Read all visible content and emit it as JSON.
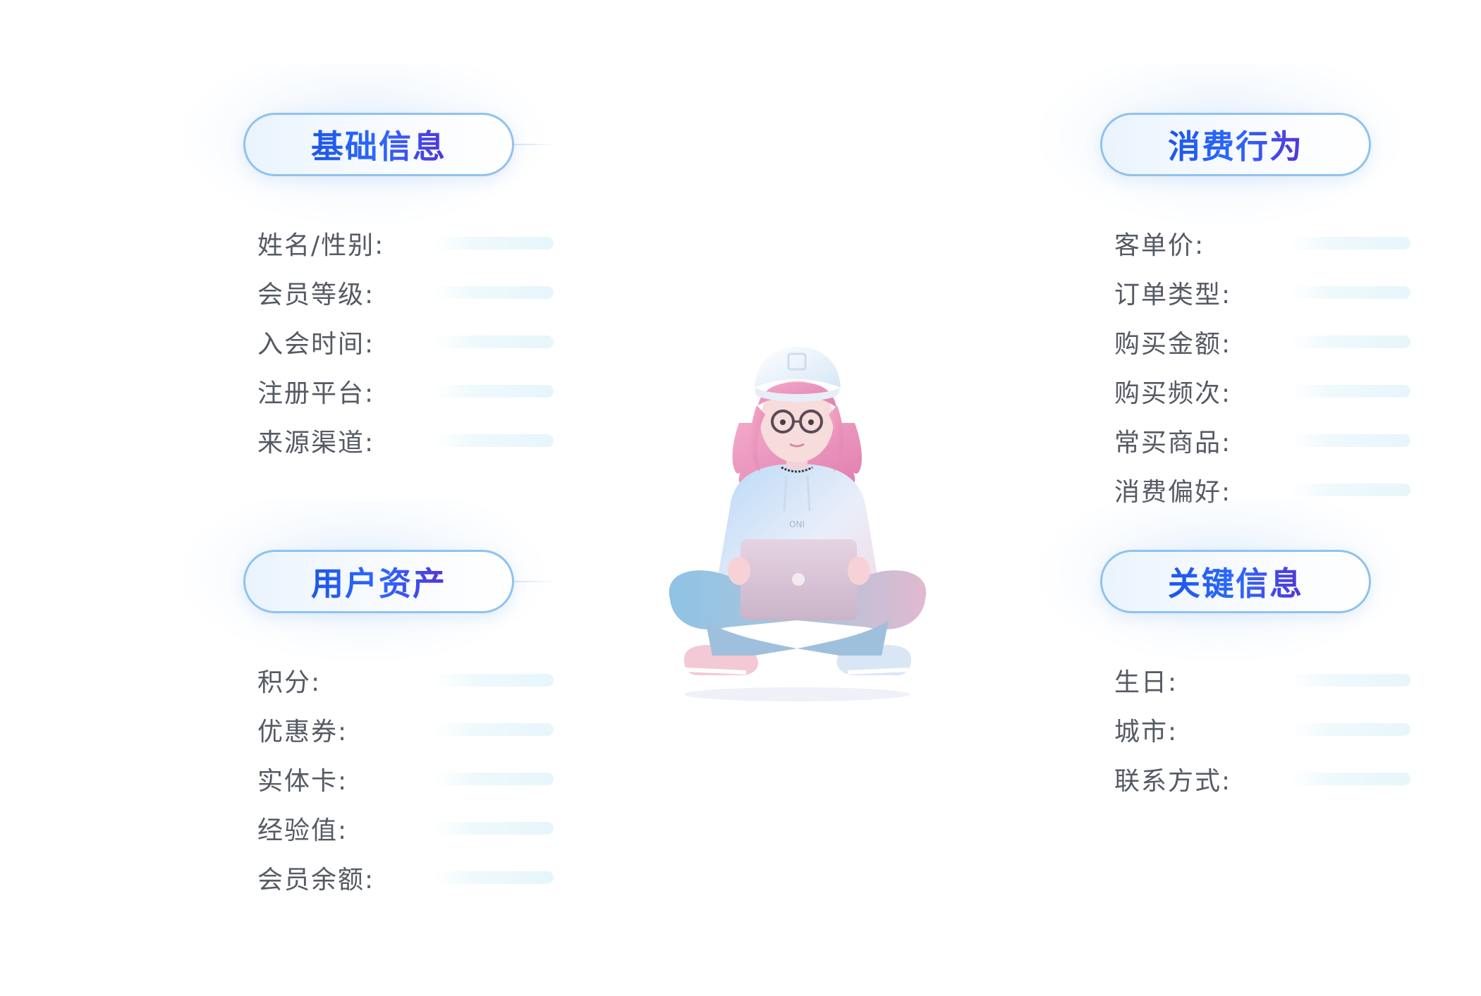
{
  "groups": {
    "basic": {
      "title": "基础信息",
      "fields": [
        "姓名/性别:",
        "会员等级:",
        "入会时间:",
        "注册平台:",
        "来源渠道:"
      ]
    },
    "consumption": {
      "title": "消费行为",
      "fields": [
        "客单价:",
        "订单类型:",
        "购买金额:",
        "购买频次:",
        "常买商品:",
        "消费偏好:"
      ]
    },
    "assets": {
      "title": "用户资产",
      "fields": [
        "积分:",
        "优惠券:",
        "实体卡:",
        "经验值:",
        "会员余额:"
      ]
    },
    "key": {
      "title": "关键信息",
      "fields": [
        "生日:",
        "城市:",
        "联系方式:"
      ]
    }
  },
  "figure": {
    "icon": "girl-with-laptop-illustration",
    "laptop_text": "ONI"
  },
  "colors": {
    "title_blue": "#1f56e6",
    "title_purple": "#5434d8",
    "pill_border": "#8fc2ef",
    "label_gray": "#555a63"
  }
}
